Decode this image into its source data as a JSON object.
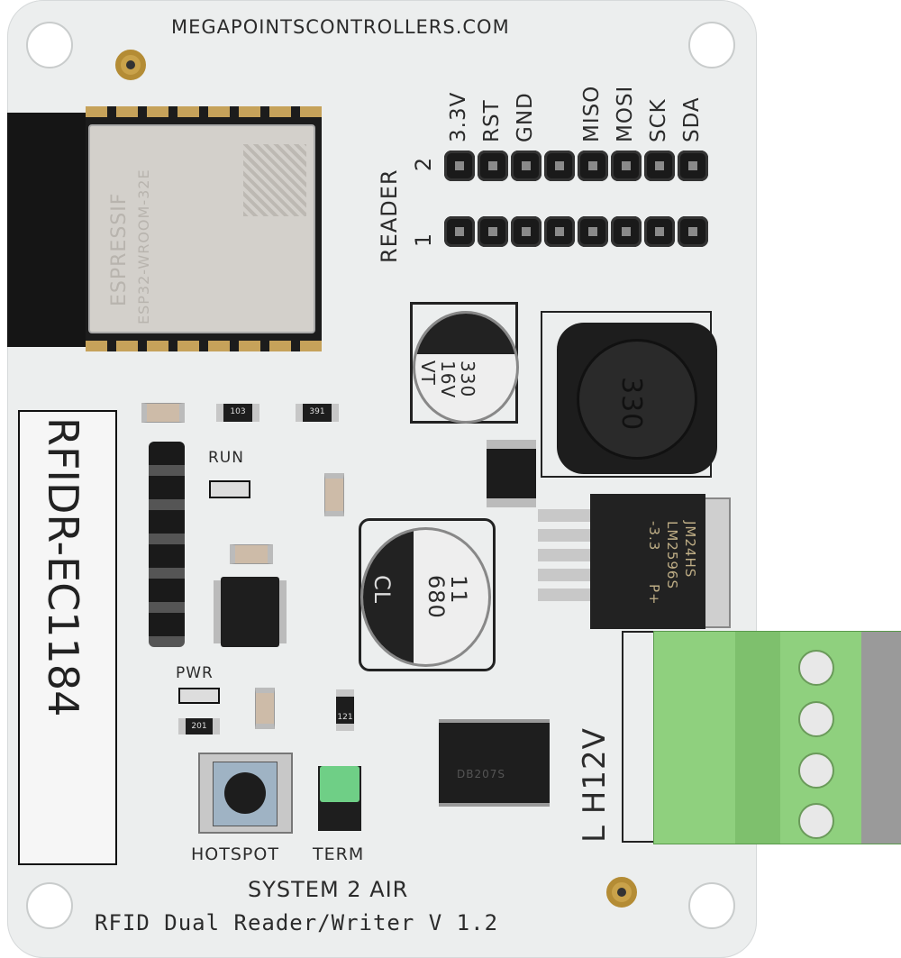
{
  "board": {
    "website": "MEGAPOINTSCONTROLLERS.COM",
    "reader_label": "READER",
    "reader_rows": [
      "2",
      "1"
    ],
    "pin_labels": [
      "3.3V",
      "RST",
      "GND",
      "",
      "MISO",
      "MOSI",
      "SCK",
      "SDA"
    ],
    "module_brand": "ESPRESSIF",
    "module_model": "ESP32-WROOM-32E",
    "cap_small": {
      "value": "330",
      "voltage": "16V",
      "series": "VT"
    },
    "cap_large": {
      "value": "680",
      "code": "11",
      "series": "CL"
    },
    "inductor": "330",
    "regulator": [
      "JM24HS",
      "LM2596S",
      "-3.3",
      "P+"
    ],
    "resistors": {
      "r1": "103",
      "r2": "391",
      "r3": "201",
      "r4": "121"
    },
    "run_label": "RUN",
    "pwr_label": "PWR",
    "hotspot_label": "HOTSPOT",
    "term_label": "TERM",
    "power_label": "L H12V",
    "bridge_code": "DB207S",
    "handwritten_id": "RFIDR-EC1184",
    "title": "SYSTEM 2 AIR",
    "subtitle": "RFID Dual Reader/Writer V 1.2"
  },
  "colors": {
    "pcb": "#eceeee",
    "terminal": "#8fd07e",
    "header": "#1a1a1a",
    "gold": "#c9a24a"
  }
}
